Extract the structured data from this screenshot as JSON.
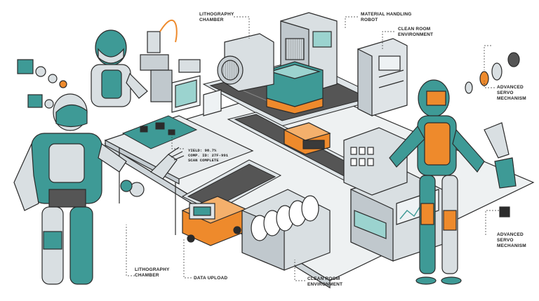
{
  "labels": {
    "lithography_top": [
      "LITHOGRAPHY",
      "CHAMBER"
    ],
    "material_handling": [
      "MATERIAL HANDLING",
      "ROBOT"
    ],
    "clean_room_top": [
      "CLEAN ROOM",
      "ENVIRONMENT"
    ],
    "servo_top": [
      "ADVANCED",
      "SERVO",
      "MECHANISM"
    ],
    "servo_bottom": [
      "ADVANCED",
      "SERVO",
      "MECHANISM"
    ],
    "lithography_bottom": [
      "LITHOGRAPHY",
      "CHAMBER"
    ],
    "data_upload": "DATA UPLOAD",
    "clean_room_bottom": [
      "CLEAN ROOM",
      "ENVIRONMENT"
    ]
  },
  "readout": {
    "yield": "YIELD: 98.7%",
    "comp_id": "COMP. ID: 27F-991",
    "scan": "SCAN COMPLETE"
  },
  "colors": {
    "teal": "#3e9a96",
    "orange": "#ee8a2c",
    "outline": "#2b2b2b",
    "metal": "#d9dfe2"
  }
}
